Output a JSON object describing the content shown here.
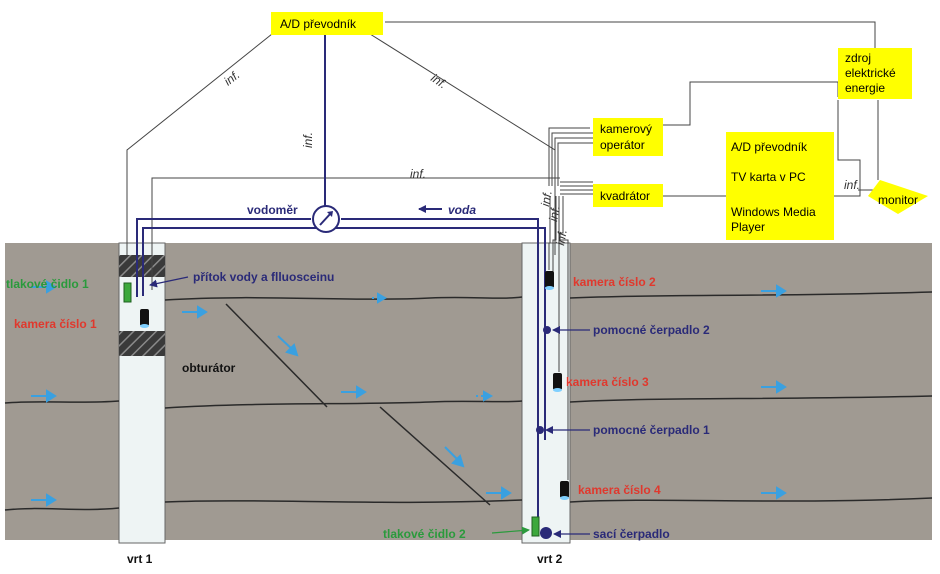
{
  "boxes": {
    "ad_top": "A/D převodník",
    "zdroj": [
      "zdroj",
      "elektrické",
      "energie"
    ],
    "kamerovy": [
      "kamerový",
      "operátor"
    ],
    "kvadrator": "kvadrátor",
    "pc": [
      "A/D převodník",
      "TV karta v PC",
      "Windows Media",
      "Player"
    ]
  },
  "monitor": "monitor",
  "inf": "inf.",
  "flow": {
    "vodomer": "vodoměr",
    "voda": "voda"
  },
  "labels": {
    "tlakove1": "tlakové čidlo 1",
    "kamera1": "kamera číslo 1",
    "pritok": "přítok vody a flluosceinu",
    "obturator": "obturátor",
    "kamera2": "kamera číslo 2",
    "pomocne2": "pomocné čerpadlo 2",
    "kamera3": "kamera číslo 3",
    "pomocne1": "pomocné čerpadlo 1",
    "kamera4": "kamera číslo 4",
    "tlakove2": "tlakové čidlo 2",
    "saci": "sací čerpadlo",
    "vrt1": "vrt 1",
    "vrt2": "vrt 2"
  },
  "colors": {
    "ground": "#a09a92",
    "navy": "#2a2a78",
    "red": "#e0382d",
    "green": "#2a9a3c",
    "blue_arrow": "#3aa0e0",
    "box_yellow": "#ffff00"
  }
}
